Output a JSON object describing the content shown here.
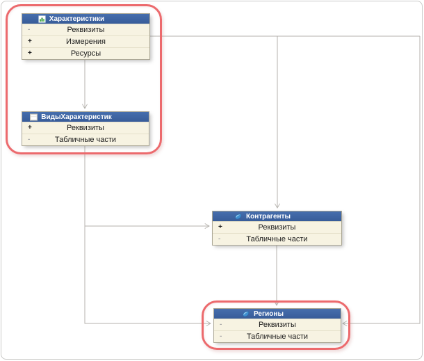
{
  "nodes": [
    {
      "title": "Характеристики",
      "icon": "document-chart-icon",
      "rows": [
        {
          "sign": "-",
          "label": "Реквизиты"
        },
        {
          "sign": "+",
          "label": "Измерения"
        },
        {
          "sign": "+",
          "label": "Ресурсы"
        }
      ]
    },
    {
      "title": "ВидыХарактеристик",
      "icon": "window-icon",
      "rows": [
        {
          "sign": "+",
          "label": "Реквизиты"
        },
        {
          "sign": "-",
          "label": "Табличные части"
        }
      ]
    },
    {
      "title": "Контрагенты",
      "icon": "catalog-leaf-icon",
      "rows": [
        {
          "sign": "+",
          "label": "Реквизиты"
        },
        {
          "sign": "-",
          "label": "Табличные части"
        }
      ]
    },
    {
      "title": "Регионы",
      "icon": "catalog-leaf-icon",
      "rows": [
        {
          "sign": "-",
          "label": "Реквизиты"
        },
        {
          "sign": "-",
          "label": "Табличные части"
        }
      ]
    }
  ],
  "edges": [
    {
      "from": "Характеристики",
      "to": "ВидыХарактеристик"
    },
    {
      "from": "Характеристики",
      "to": "Контрагенты"
    },
    {
      "from": "Характеристики",
      "to": "Регионы"
    },
    {
      "from": "ВидыХарактеристик",
      "to": "Контрагенты"
    },
    {
      "from": "ВидыХарактеристик",
      "to": "Регионы"
    },
    {
      "from": "Контрагенты",
      "to": "Регионы"
    }
  ],
  "highlights": [
    {
      "around": "Характеристики, ВидыХарактеристик"
    },
    {
      "around": "Регионы"
    }
  ],
  "colors": {
    "header_blue": "#466ead",
    "header_blue_dark": "#385c99",
    "header_text": "#ffffff",
    "row_bg": "#f7f3e2",
    "row_border": "#e5e0ca",
    "box_border": "#aba795",
    "connector": "#b4b1ac",
    "highlight_red": "#ec6a6d",
    "page_border": "#c9c9c7",
    "text": "#1a1a1a"
  }
}
